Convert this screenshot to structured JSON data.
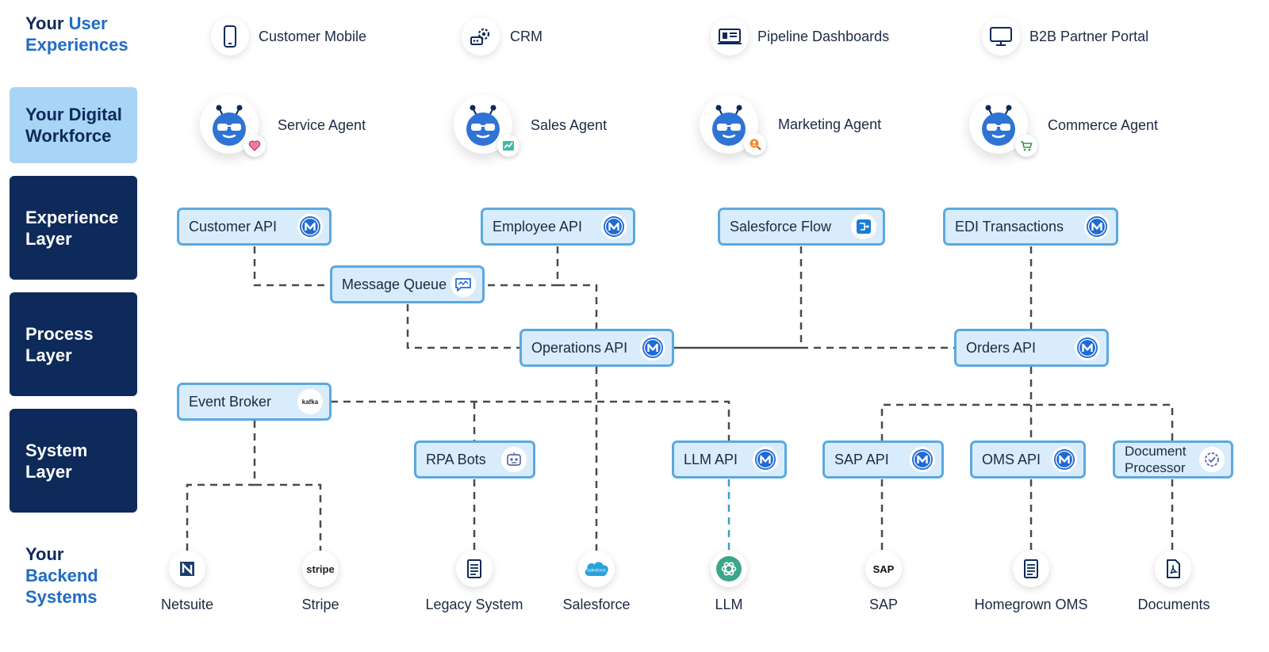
{
  "layers": {
    "user_experiences": {
      "line1_prefix": "Your",
      "line1_accent": "User",
      "line2": "Experiences"
    },
    "digital_workforce": {
      "line1": "Your Digital",
      "line2": "Workforce"
    },
    "experience": {
      "line1": "Experience",
      "line2": "Layer"
    },
    "process": {
      "line1": "Process",
      "line2": "Layer"
    },
    "system": {
      "line1": "System",
      "line2": "Layer"
    },
    "backend": {
      "line1": "Your",
      "line2": "Backend",
      "line3": "Systems"
    }
  },
  "experiences": [
    {
      "label": "Customer Mobile",
      "icon": "mobile-phone-icon"
    },
    {
      "label": "CRM",
      "icon": "crm-gears-icon"
    },
    {
      "label": "Pipeline Dashboards",
      "icon": "dashboard-icon"
    },
    {
      "label": "B2B Partner Portal",
      "icon": "monitor-icon"
    }
  ],
  "agents": [
    {
      "label": "Service Agent",
      "badge_icon": "heart-icon"
    },
    {
      "label": "Sales Agent",
      "badge_icon": "chart-icon"
    },
    {
      "label": "Marketing Agent",
      "badge_icon": "magnifier-person-icon"
    },
    {
      "label": "Commerce Agent",
      "badge_icon": "cart-icon"
    }
  ],
  "nodes": {
    "customer_api": {
      "label": "Customer API",
      "badge_icon": "mulesoft-icon"
    },
    "employee_api": {
      "label": "Employee API",
      "badge_icon": "mulesoft-icon"
    },
    "salesforce_flow": {
      "label": "Salesforce Flow",
      "badge_icon": "flow-icon"
    },
    "edi_transactions": {
      "label": "EDI Transactions",
      "badge_icon": "mulesoft-icon"
    },
    "message_queue": {
      "label": "Message Queue",
      "badge_icon": "queue-icon"
    },
    "operations_api": {
      "label": "Operations API",
      "badge_icon": "mulesoft-icon"
    },
    "orders_api": {
      "label": "Orders API",
      "badge_icon": "mulesoft-icon"
    },
    "event_broker": {
      "label": "Event Broker",
      "badge_icon": "kafka-icon",
      "badge_text": "kafka"
    },
    "rpa_bots": {
      "label": "RPA Bots",
      "badge_icon": "robot-icon"
    },
    "llm_api": {
      "label": "LLM API",
      "badge_icon": "mulesoft-icon"
    },
    "sap_api": {
      "label": "SAP API",
      "badge_icon": "mulesoft-icon"
    },
    "oms_api": {
      "label": "OMS API",
      "badge_icon": "mulesoft-icon"
    },
    "document_processor": {
      "label_line1": "Document",
      "label_line2": "Processor",
      "badge_icon": "gear-check-icon"
    }
  },
  "backends": [
    {
      "label": "Netsuite",
      "icon": "netsuite-icon"
    },
    {
      "label": "Stripe",
      "icon": "stripe-icon",
      "icon_text": "stripe"
    },
    {
      "label": "Legacy System",
      "icon": "document-icon"
    },
    {
      "label": "Salesforce",
      "icon": "salesforce-cloud-icon",
      "icon_text": "salesforce"
    },
    {
      "label": "LLM",
      "icon": "openai-icon"
    },
    {
      "label": "SAP",
      "icon": "sap-icon",
      "icon_text": "SAP"
    },
    {
      "label": "Homegrown OMS",
      "icon": "document-icon"
    },
    {
      "label": "Documents",
      "icon": "pdf-icon"
    }
  ],
  "colors": {
    "navy": "#0d2a5a",
    "accent_blue": "#1f6cc5",
    "light_blue": "#a8d4f6",
    "node_fill": "#d9ecfb",
    "node_border": "#5aa9e0",
    "wire": "#4a4a4a",
    "wire_teal": "#3e9ec6"
  }
}
